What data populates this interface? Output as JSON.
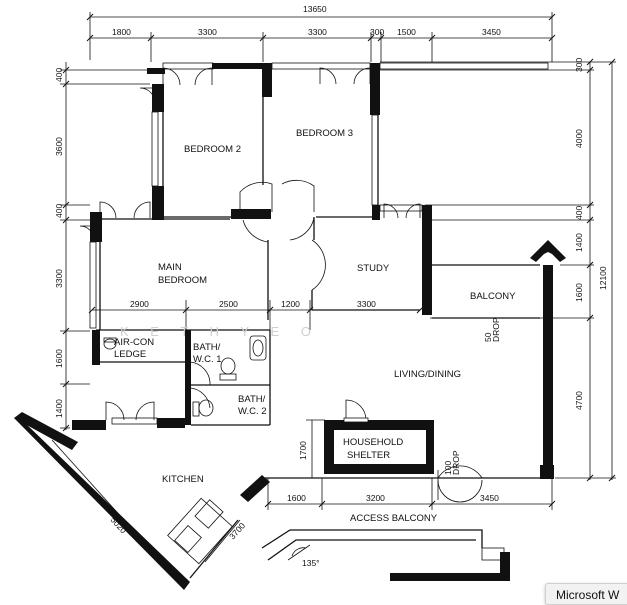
{
  "dimensions": {
    "overall_width": "13650",
    "top_segments": [
      "1800",
      "3300",
      "3300",
      "300",
      "1500",
      "3450"
    ],
    "right_segments_outer": [
      "300",
      "4000",
      "400",
      "1400",
      "1600",
      "4700"
    ],
    "right_total": "12100",
    "left_segments": [
      "400",
      "3600",
      "400",
      "3300",
      "1600",
      "1400"
    ],
    "mid_row": [
      "2900",
      "2500",
      "1200",
      "3300"
    ],
    "bottom_row": [
      "1600",
      "3200",
      "3450"
    ],
    "kitchen_diag": "5020",
    "kitchen_lower": "3700",
    "shelter_height": "1700",
    "angle": "135°"
  },
  "rooms": {
    "bedroom2": "BEDROOM 2",
    "bedroom3": "BEDROOM 3",
    "main_bedroom_line1": "MAIN",
    "main_bedroom_line2": "BEDROOM",
    "study": "STUDY",
    "balcony": "BALCONY",
    "aircon_line1": "AIR-CON",
    "aircon_line2": "LEDGE",
    "bath1_line1": "BATH/",
    "bath1_line2": "W.C. 1",
    "bath2_line1": "BATH/",
    "bath2_line2": "W.C. 2",
    "living": "LIVING/DINING",
    "shelter_line1": "HOUSEHOLD",
    "shelter_line2": "SHELTER",
    "kitchen": "KITCHEN",
    "access_balcony": "ACCESS  BALCONY",
    "drop_50_line1": "50",
    "drop_50_line2": "DROP",
    "drop_100_line1": "100",
    "drop_100_line2": "DROP"
  },
  "watermark": "K  E  T  H   Y  E  O",
  "tooltip": "Microsoft W"
}
